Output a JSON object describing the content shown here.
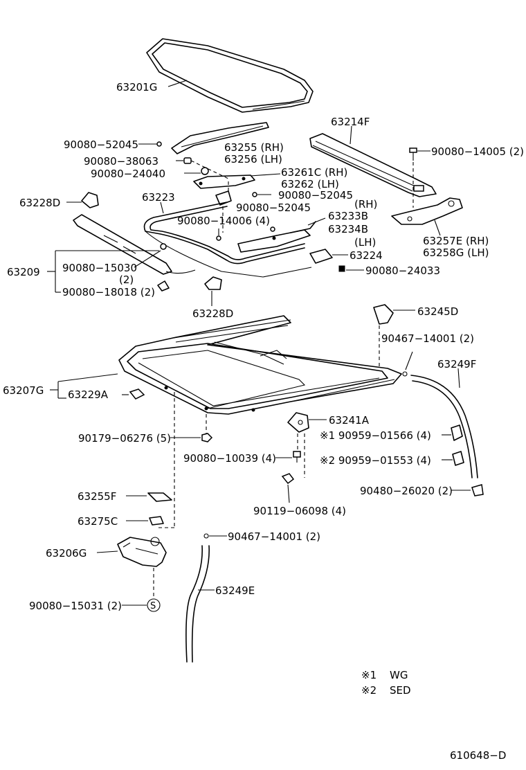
{
  "labels": {
    "p63201G": "63201G",
    "p63214F": "63214F",
    "p90080_52045a": "90080−52045",
    "p63255": "63255 (RH)",
    "p63256": "63256 (LH)",
    "p90080_14005": "90080−14005 (2)",
    "p90080_38063": "90080−38063",
    "p90080_24040": "90080−24040",
    "p63261C": "63261C (RH)",
    "p63262": "63262   (LH)",
    "p63228D_a": "63228D",
    "p63223": "63223",
    "p90080_52045b": "90080−52045",
    "p90080_52045c": "90080−52045",
    "p63233B": "63233B",
    "p63233B_rh": "(RH)",
    "p63234B": "63234B",
    "p63234B_lh": "(LH)",
    "p90080_14006": "90080−14006 (4)",
    "p63257E": "63257E (RH)",
    "p63258G": "63258G (LH)",
    "p63209": "63209",
    "p90080_15030": "90080−15030",
    "p90080_15030_qty": "(2)",
    "p63224": "63224",
    "p90080_24033": "90080−24033",
    "p90080_18018": "90080−18018 (2)",
    "p63228D_b": "63228D",
    "p63245D": "63245D",
    "p90467_14001a": "90467−14001 (2)",
    "p63249F": "63249F",
    "p63207G": "63207G",
    "p63229A": "63229A",
    "p63241A": "63241A",
    "p90959_01566": "※1 90959−01566 (4)",
    "p90179_06276": "90179−06276 (5)",
    "p90080_10039": "90080−10039 (4)",
    "p90959_01553": "※2  90959−01553 (4)",
    "p90480_26020": "90480−26020 (2)",
    "p90119_06098": "90119−06098 (4)",
    "p63255F": "63255F",
    "p63275C": "63275C",
    "p90467_14001b": "90467−14001 (2)",
    "p63206G": "63206G",
    "p63249E": "63249E",
    "p90080_15031": "90080−15031 (2)",
    "s_mark": "S"
  },
  "legend": [
    {
      "mark": "※1",
      "text": "WG"
    },
    {
      "mark": "※2",
      "text": "SED"
    }
  ],
  "diagram_id": "610648−D"
}
